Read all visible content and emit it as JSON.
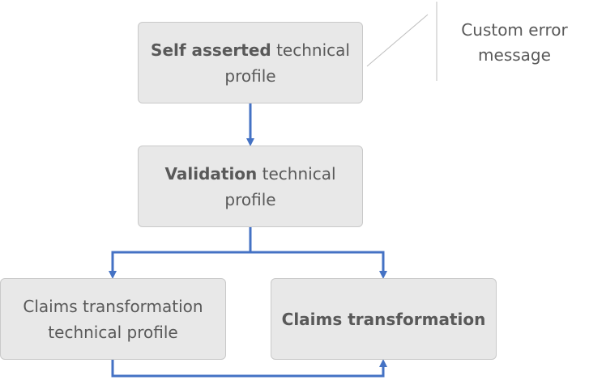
{
  "diagram": {
    "boxes": {
      "self_asserted": {
        "bold": "Self asserted",
        "text": " technical profile"
      },
      "validation": {
        "bold": "Validation",
        "text": " technical profile"
      },
      "claims_transformation_tp": {
        "text": "Claims transformation technical profile"
      },
      "claims_transformation": {
        "bold": "Claims transformation"
      }
    },
    "callout": {
      "text": "Custom error message"
    }
  },
  "colors": {
    "arrow": "#4472c4",
    "box_fill": "#e8e8e8",
    "box_border": "#c9c9c9",
    "text": "#595959",
    "callout_line": "#bfbfbf"
  }
}
